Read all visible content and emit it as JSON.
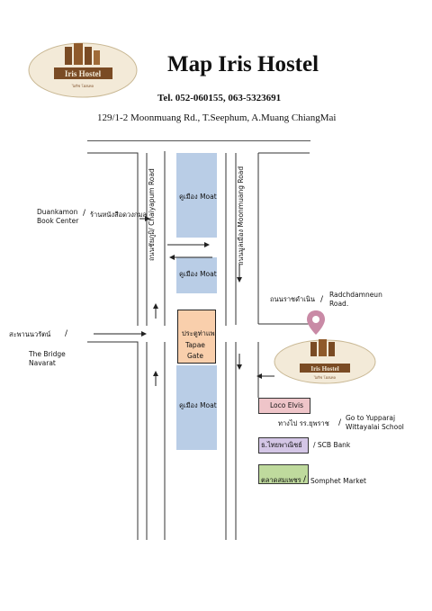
{
  "header": {
    "title": "Map Iris Hostel",
    "tel": "Tel. 052-060155, 063-5323691",
    "address": "129/1-2  Moonmuang Rd., T.Seephum, A.Muang ChiangMai"
  },
  "logo": {
    "name": "Iris Hostel",
    "thai": "ไอริช โฮสเทล"
  },
  "map": {
    "moat_labels": [
      "คูเมือง Moat",
      "คูเมือง Moat",
      "คูเมือง Moat"
    ],
    "gate_label": [
      "ประตูท่าแพ",
      "Tapae",
      "Gate"
    ],
    "chaiyapum_road": "ถนนชัยภูมิ/ Chaiyapum Road",
    "moonmuang_road": "ถนนมูลเมือง Moonmuang Road",
    "duankamon": [
      "Duankamon",
      "Book Center"
    ],
    "duankamon_slash": "/",
    "duankamon_thai": "ร้านหนังสือดวงกมล",
    "ratchadamnoen_thai": "ถนนราชดำเนิน",
    "ratchadamnoen_slash": "/",
    "ratchadamnoen_en": [
      "Radchdamneun",
      "Road."
    ],
    "bridge_thai": "สะพานนวรัตน์",
    "bridge_slash": "/",
    "bridge_en": [
      "The Bridge",
      "Navarat"
    ],
    "loco": "Loco Elvis",
    "yupparaj_thai": "ทางไป รร.ยุพราช",
    "yupparaj_slash": "/",
    "yupparaj_en": [
      "Go to Yupparaj",
      "Wittayalai School"
    ],
    "scb_thai": "ธ.ไทยพาณิชย์",
    "scb_en": "/ SCB Bank",
    "somphet_thai": "ตลาดสมเพชร",
    "somphet_slash": "/",
    "somphet_en": "Somphet Market"
  },
  "colors": {
    "moat": "#b9cde6",
    "gate": "#f9cfac",
    "loco": "#efc5c9",
    "scb": "#d4c6e6",
    "somphet": "#bfda9d",
    "logo_brown": "#7a4b24",
    "pin": "#c98aa6"
  }
}
